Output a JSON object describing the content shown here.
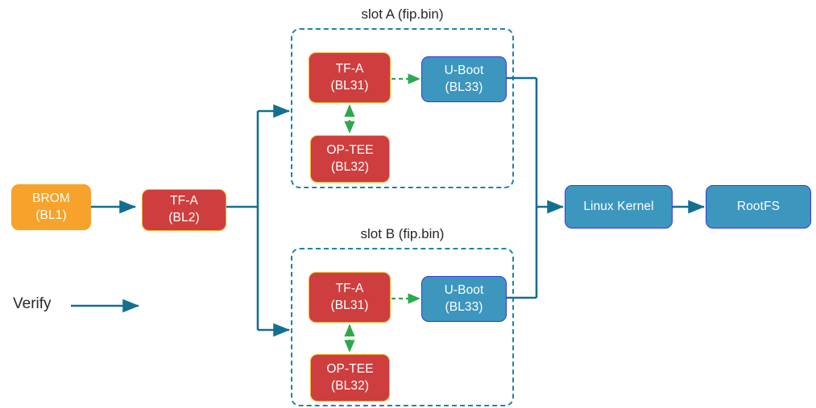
{
  "diagram": {
    "title_visible": false,
    "colors": {
      "brom_fill": "#F6A22B",
      "tfa_fill": "#CE3E3E",
      "tfa_border": "#F2B230",
      "uboot_fill": "#3D96BE",
      "uboot_border": "#3A3AE0",
      "boot_arrow": "#136F91",
      "verify_arrow": "#2EA84F",
      "slot_border": "#1C84AC",
      "text": "#272727"
    },
    "nodes": {
      "brom": {
        "line1": "BROM",
        "line2": "(BL1)"
      },
      "tfa_bl2": {
        "line1": "TF-A",
        "line2": "(BL2)"
      },
      "slot_a_tfa": {
        "line1": "TF-A",
        "line2": "(BL31)"
      },
      "slot_a_optee": {
        "line1": "OP-TEE",
        "line2": "(BL32)"
      },
      "slot_a_uboot": {
        "line1": "U-Boot",
        "line2": "(BL33)"
      },
      "slot_b_tfa": {
        "line1": "TF-A",
        "line2": "(BL31)"
      },
      "slot_b_optee": {
        "line1": "OP-TEE",
        "line2": "(BL32)"
      },
      "slot_b_uboot": {
        "line1": "U-Boot",
        "line2": "(BL33)"
      },
      "linux_kernel": {
        "line1": "Linux Kernel"
      },
      "rootfs": {
        "line1": "RootFS"
      }
    },
    "slots": [
      {
        "title": "slot A (fip.bin)"
      },
      {
        "title": "slot B (fip.bin)"
      }
    ],
    "legend": {
      "verify_label": "Verify"
    }
  }
}
